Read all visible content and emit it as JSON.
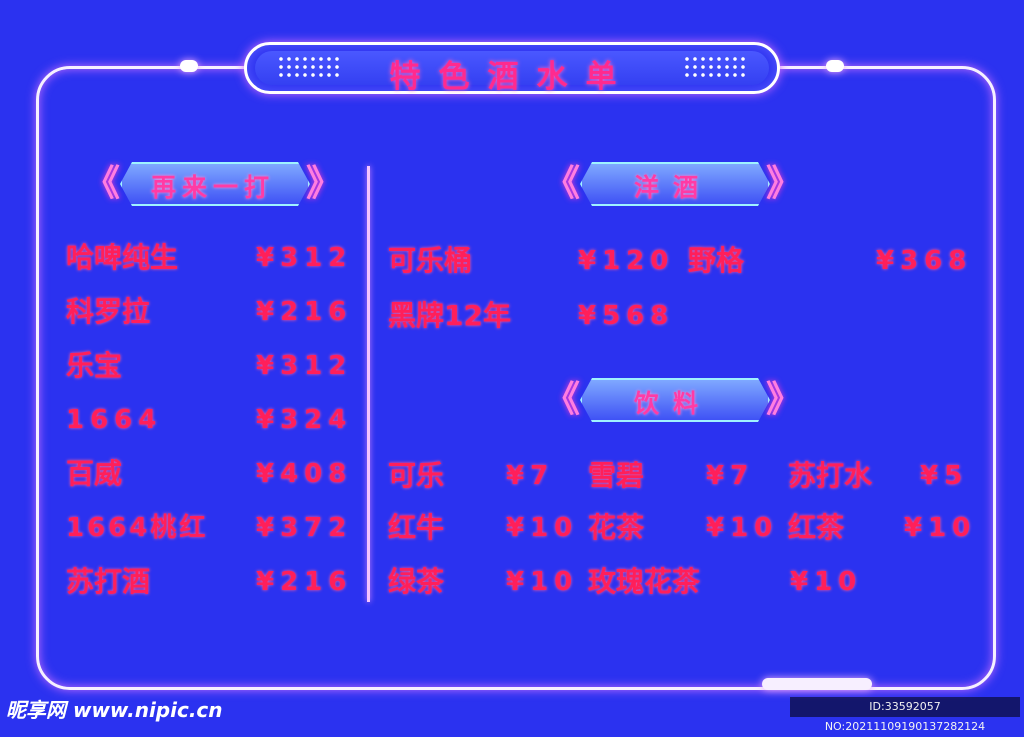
{
  "title": "特色酒水单",
  "sections": {
    "beer": {
      "heading": "再来一打",
      "items": [
        {
          "name": "哈啤纯生",
          "price": "¥312"
        },
        {
          "name": "科罗拉",
          "price": "¥216"
        },
        {
          "name": "乐宝",
          "price": "¥312"
        },
        {
          "name": "1664",
          "price": "¥324"
        },
        {
          "name": "百威",
          "price": "¥408"
        },
        {
          "name": "1664桃红",
          "price": "¥372"
        },
        {
          "name": "苏打酒",
          "price": "¥216"
        }
      ]
    },
    "spirits": {
      "heading": "洋酒",
      "items": [
        {
          "name": "可乐桶",
          "price": "¥120"
        },
        {
          "name": "野格",
          "price": "¥368"
        },
        {
          "name": "黑牌12年",
          "price": "¥568"
        }
      ]
    },
    "drinks": {
      "heading": "饮料",
      "items": [
        {
          "name": "可乐",
          "price": "¥7"
        },
        {
          "name": "雪碧",
          "price": "¥7"
        },
        {
          "name": "苏打水",
          "price": "¥5"
        },
        {
          "name": "红牛",
          "price": "¥10"
        },
        {
          "name": "花茶",
          "price": "¥10"
        },
        {
          "name": "红茶",
          "price": "¥10"
        },
        {
          "name": "绿茶",
          "price": "¥10"
        },
        {
          "name": "玫瑰花茶",
          "price": "¥10"
        }
      ]
    }
  },
  "watermark": {
    "site": "昵享网 www.nipic.cn",
    "id": "ID:33592057 NO:20211109190137282124"
  },
  "colors": {
    "background": "#2b32f0",
    "text": "#ff1f5a",
    "title": "#ff2a8e",
    "frame": "#f6f0ff"
  }
}
